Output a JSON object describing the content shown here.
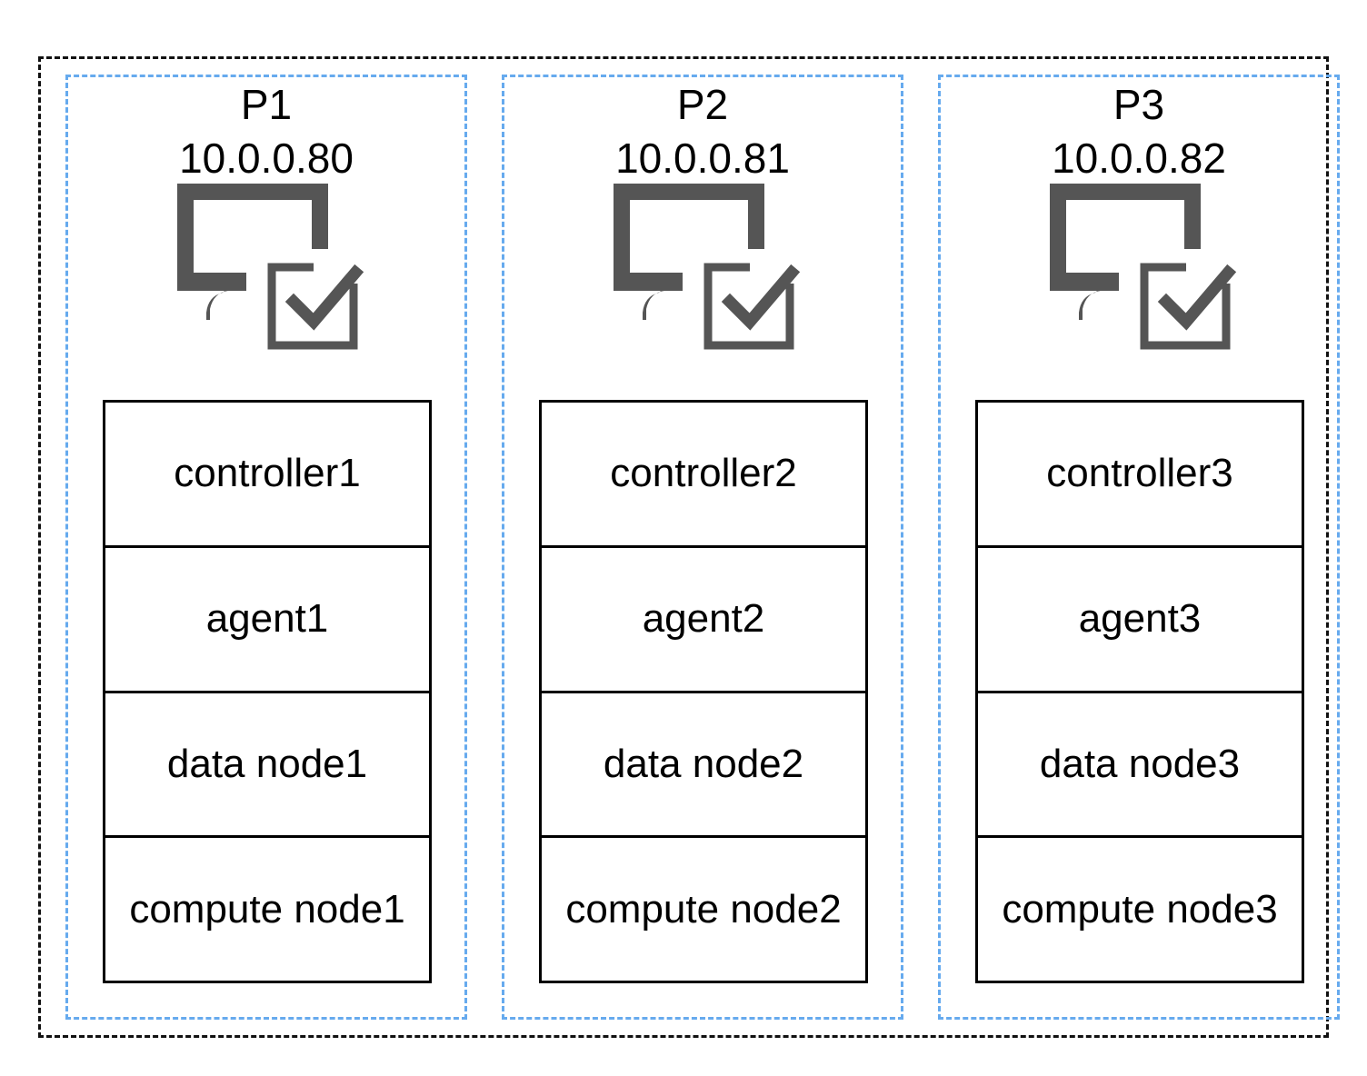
{
  "servers": [
    {
      "name": "P1",
      "ip": "10.0.0.80",
      "icon": "monitor-check-icon",
      "components": [
        "controller1",
        "agent1",
        "data node1",
        "compute node1"
      ]
    },
    {
      "name": "P2",
      "ip": "10.0.0.81",
      "icon": "monitor-check-icon",
      "components": [
        "controller2",
        "agent2",
        "data node2",
        "compute node2"
      ]
    },
    {
      "name": "P3",
      "ip": "10.0.0.82",
      "icon": "monitor-check-icon",
      "components": [
        "controller3",
        "agent3",
        "data node3",
        "compute node3"
      ]
    }
  ],
  "colors": {
    "cluster_border": "#111111",
    "server_border": "#66aaee",
    "icon_fill": "#555555",
    "stack_border": "#000000"
  }
}
